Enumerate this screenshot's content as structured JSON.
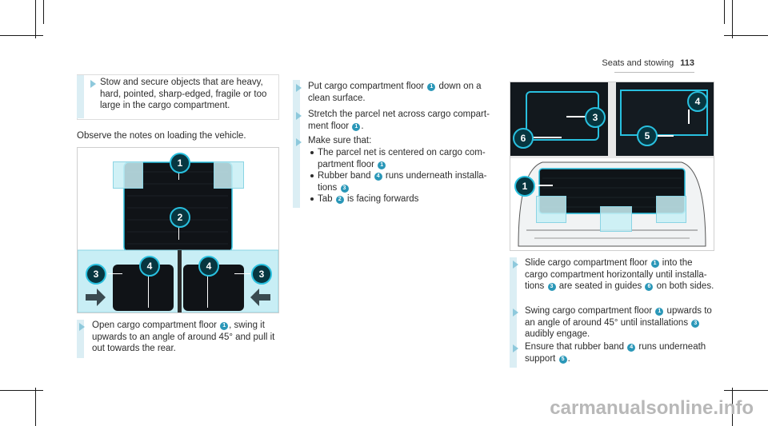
{
  "header": {
    "section": "Seats and stowing",
    "page": "113"
  },
  "left": {
    "tip_text": "Stow and secure objects that are heavy, hard, pointed, sharp-edged, fragile or too large in the cargo compartment.",
    "observe_text": "Observe the notes on loading the vehicle.",
    "step1": [
      "Open cargo compartment floor ",
      "1",
      ", swing it upwards to an angle of around 45° and pull it out towards the rear."
    ]
  },
  "middle": {
    "step2": [
      "Put cargo compartment floor ",
      "1",
      " down on a clean surface."
    ],
    "step3": [
      "Stretch the parcel net across cargo compart-ment floor ",
      "1",
      "."
    ],
    "step4": "Make sure that:",
    "bullet1": [
      "The parcel net is centered on cargo com-partment floor ",
      "1"
    ],
    "bullet2": [
      "Rubber band ",
      "4",
      " runs underneath installa-tions ",
      "3"
    ],
    "bullet3": [
      "Tab ",
      "2",
      " is facing forwards"
    ]
  },
  "right": {
    "step5": [
      "Slide cargo compartment floor ",
      "1",
      " into the cargo compartment horizontally until installa-tions ",
      "3",
      " are seated in guides ",
      "6",
      " on both sides."
    ],
    "step6": [
      "Swing cargo compartment floor ",
      "1",
      " upwards to an angle of around 45° until installations ",
      "3",
      " audibly engage."
    ],
    "step7": [
      "Ensure that rubber band ",
      "4",
      " runs underneath support ",
      "5",
      "."
    ]
  },
  "figure_left": {
    "callouts": [
      "1",
      "2",
      "3",
      "4",
      "4",
      "3"
    ]
  },
  "figure_right": {
    "callouts": [
      "3",
      "4",
      "6",
      "5",
      "1"
    ]
  },
  "watermark": "carmanualsonline.info",
  "colors": {
    "accent": "#29c0df",
    "dark_bg": "#0b1014",
    "highlight": "#c8eef5",
    "stripe": "#dbeef4"
  }
}
